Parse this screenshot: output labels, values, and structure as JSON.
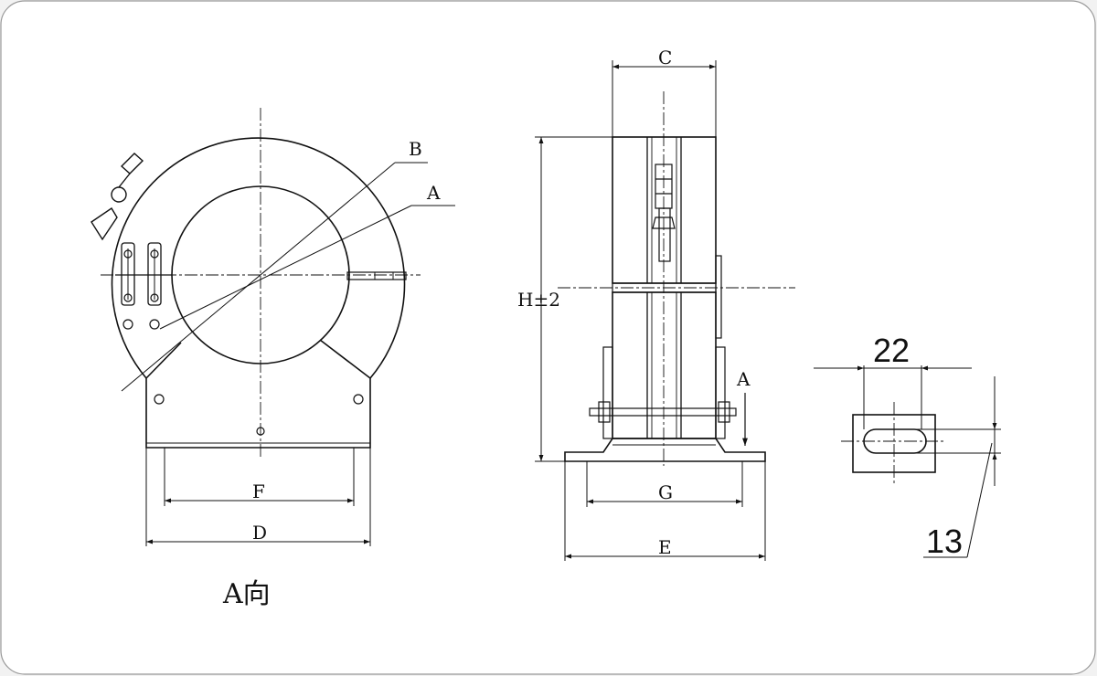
{
  "drawing": {
    "front_view": {
      "label_B": "B",
      "label_A": "A",
      "dim_F": "F",
      "dim_D": "D",
      "view_caption": "A向"
    },
    "side_view": {
      "dim_C": "C",
      "dim_H": "H±2",
      "dim_G": "G",
      "dim_E": "E",
      "arrow_A": "A"
    },
    "slot_detail": {
      "dim_width": "22",
      "dim_height": "13"
    }
  }
}
